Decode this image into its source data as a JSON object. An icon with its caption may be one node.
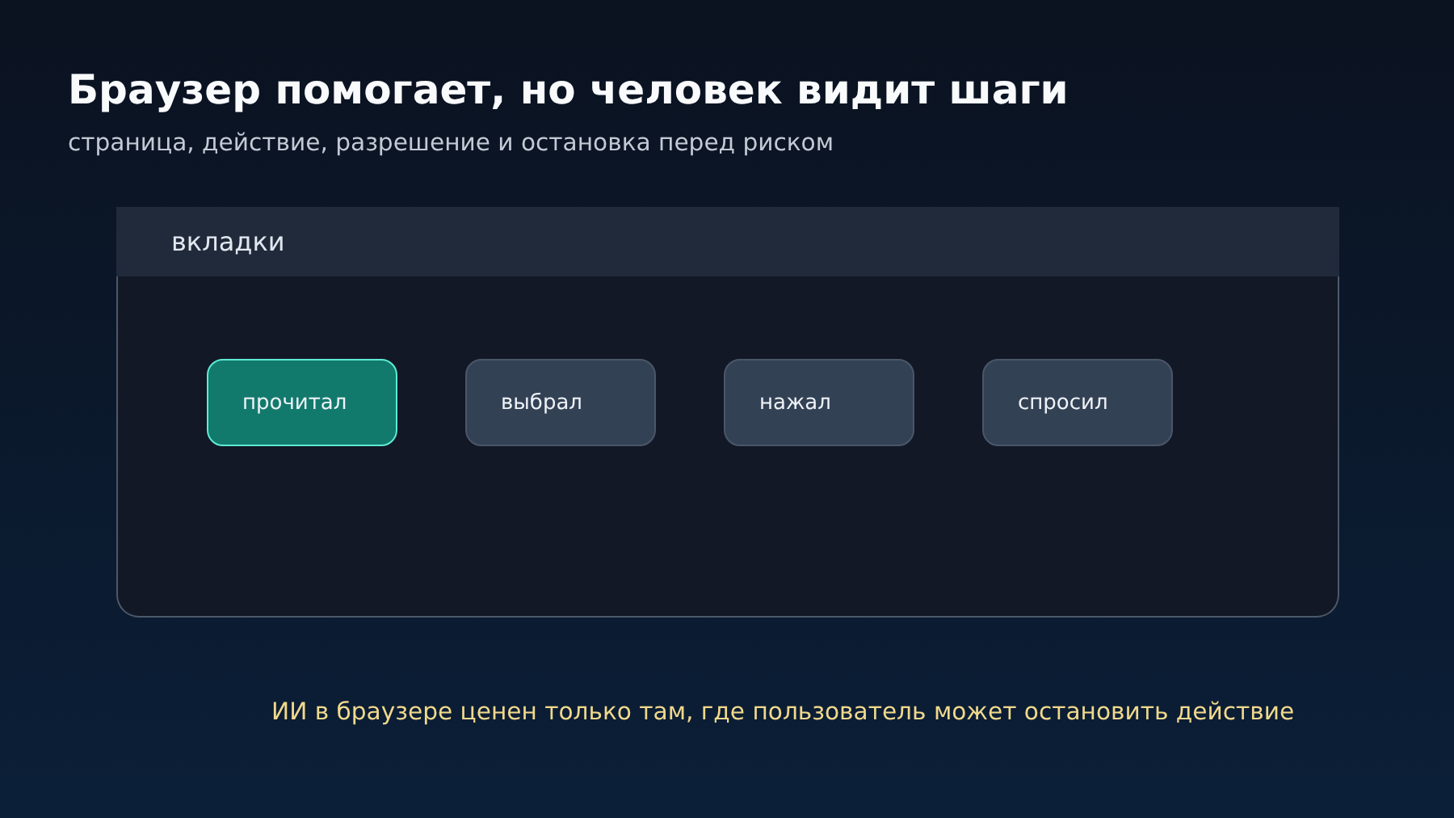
{
  "diagram": {
    "title": "Браузер помогает, но человек видит шаги",
    "caption": "ИИ в браузере ценен только там, где пользователь может остановить действие",
    "nodes": [
      {
        "text": [
          "вкладки"
        ]
      },
      {
        "text": [
          "прочитал"
        ],
        "in": 0
      },
      {
        "text": [
          "выбрал"
        ],
        "in": 0
      },
      {
        "text": [
          "нажал"
        ],
        "in": 0
      },
      {
        "text": [
          "спросил"
        ],
        "in": 0
      }
    ],
    "edges": [],
    "labels": [
      "страница, действие, разрешение и остановка перед риском"
    ]
  }
}
